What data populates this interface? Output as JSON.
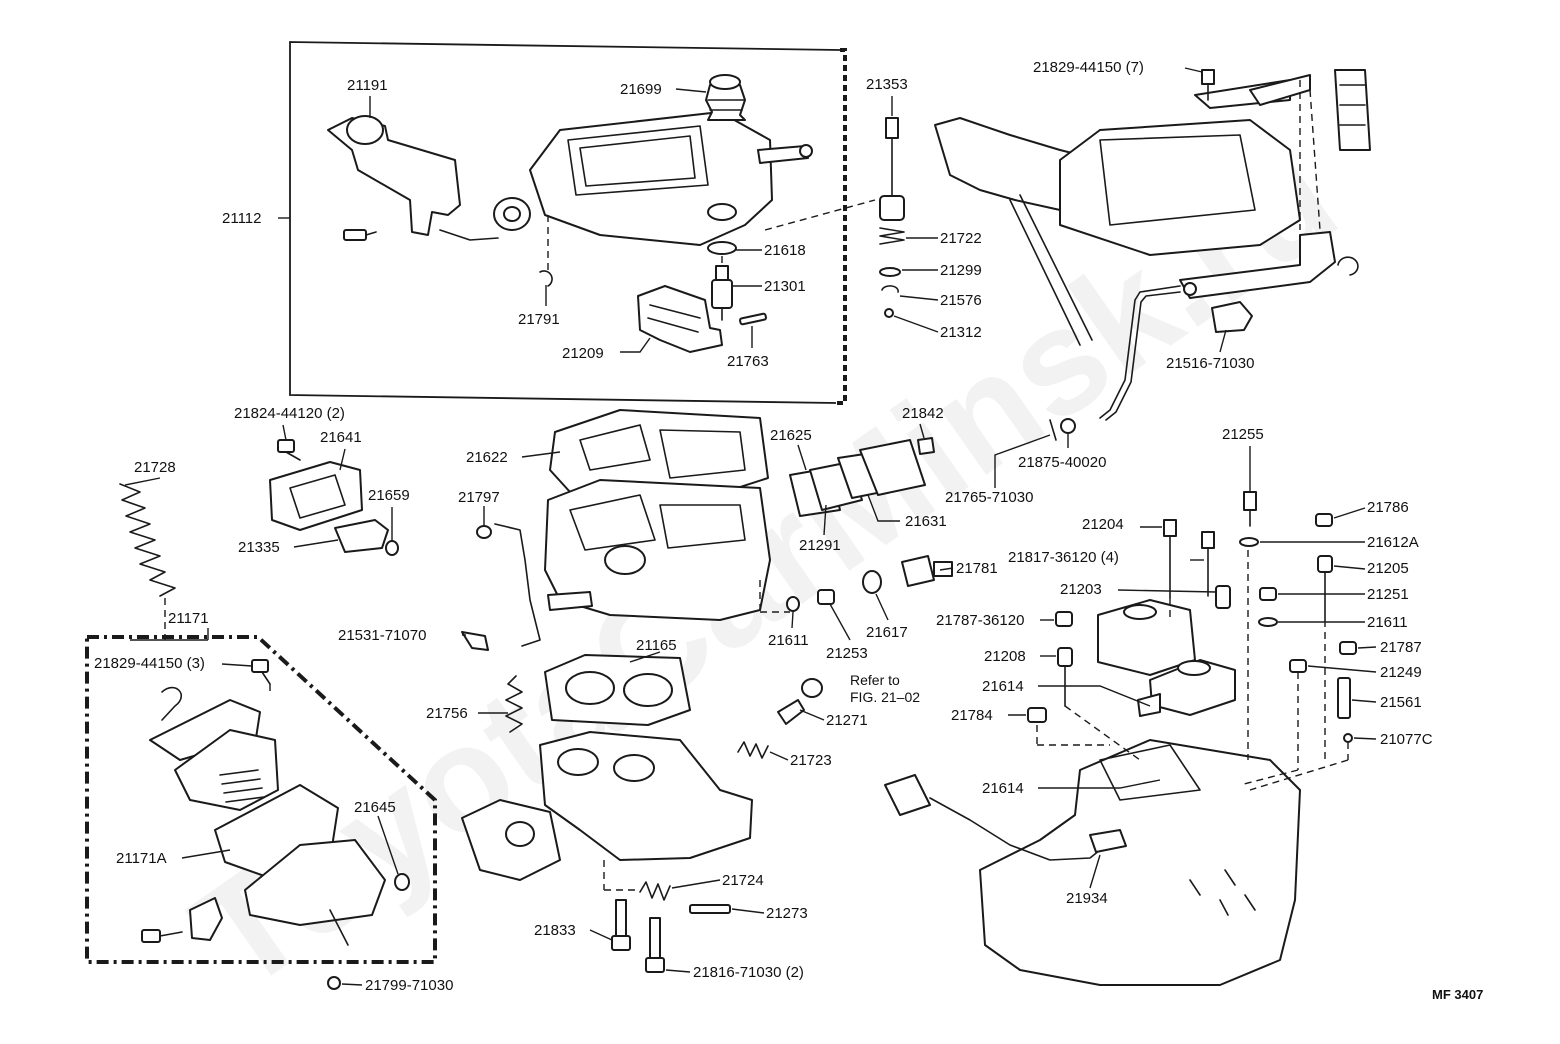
{
  "watermark": "ToyotaCarMinsk.ru",
  "figure_code": "MF 3407",
  "reference_note": {
    "line1": "Refer to",
    "line2": "FIG. 21–02"
  },
  "parts": {
    "p21191": "21191",
    "p21699": "21699",
    "p21112": "21112",
    "p21618": "21618",
    "p21301": "21301",
    "p21791": "21791",
    "p21209": "21209",
    "p21763": "21763",
    "p21353": "21353",
    "p21722": "21722",
    "p21299": "21299",
    "p21576": "21576",
    "p21312": "21312",
    "p21829_7": "21829-44150 (7)",
    "p21516": "21516-71030",
    "p21824": "21824-44120 (2)",
    "p21641": "21641",
    "p21659": "21659",
    "p21335": "21335",
    "p21728": "21728",
    "p21622": "21622",
    "p21797": "21797",
    "p21625": "21625",
    "p21842": "21842",
    "p21631": "21631",
    "p21291": "21291",
    "p21781": "21781",
    "p21611a": "21611",
    "p21253": "21253",
    "p21617": "21617",
    "p21875": "21875-40020",
    "p21765": "21765-71030",
    "p21255": "21255",
    "p21786": "21786",
    "p21204": "21204",
    "p21612A": "21612A",
    "p21817": "21817-36120 (4)",
    "p21205": "21205",
    "p21203": "21203",
    "p21251": "21251",
    "p21787_36120": "21787-36120",
    "p21611b": "21611",
    "p21208": "21208",
    "p21787": "21787",
    "p21249": "21249",
    "p21614a": "21614",
    "p21561": "21561",
    "p21784": "21784",
    "p21077C": "21077C",
    "p21614b": "21614",
    "p21934": "21934",
    "p21171": "21171",
    "p21829_3": "21829-44150 (3)",
    "p21531": "21531-71070",
    "p21165": "21165",
    "p21756": "21756",
    "p21271": "21271",
    "p21723": "21723",
    "p21645": "21645",
    "p21171A": "21171A",
    "p21724": "21724",
    "p21273": "21273",
    "p21833": "21833",
    "p21816": "21816-71030 (2)",
    "p21799": "21799-71030"
  }
}
